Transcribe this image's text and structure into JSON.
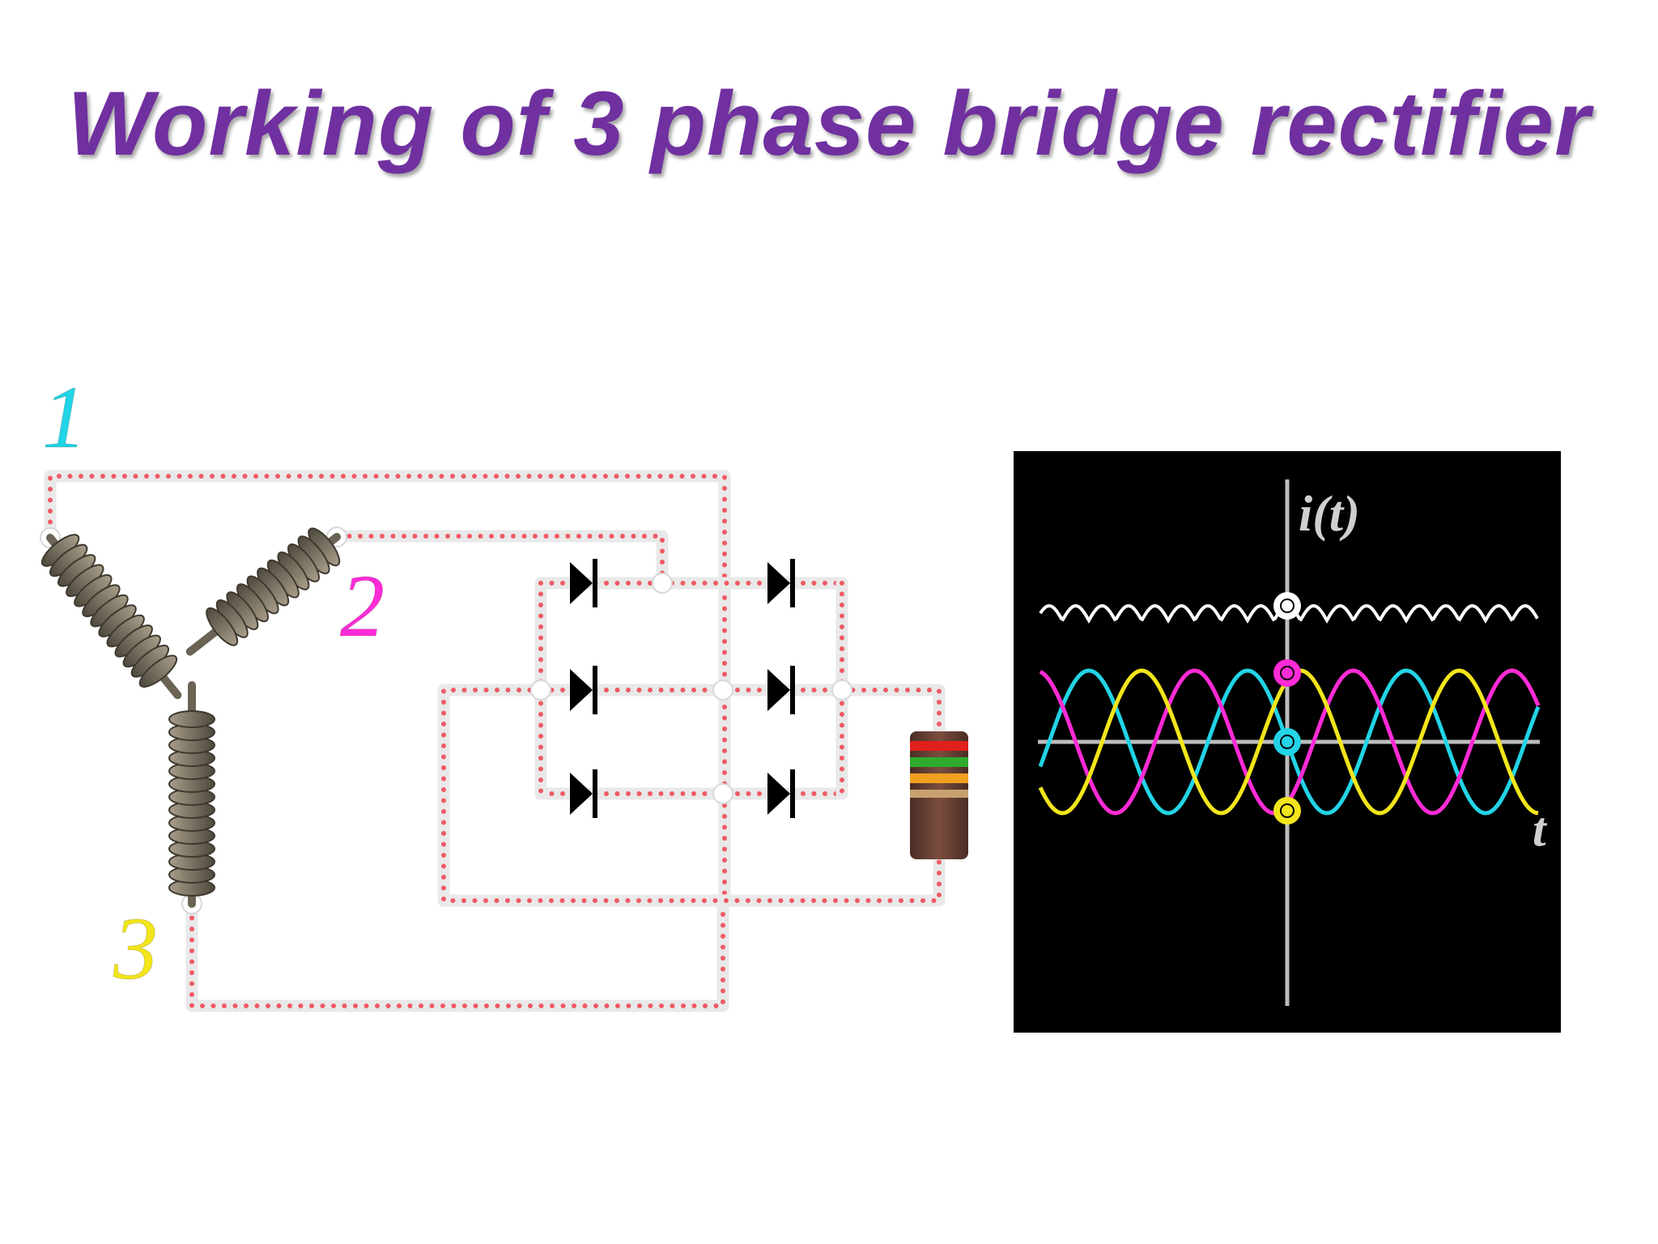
{
  "title": "Working of 3 phase bridge rectifier",
  "phase_labels": [
    {
      "text": "1",
      "color": "#22d4e6"
    },
    {
      "text": "2",
      "color": "#ff2bd6"
    },
    {
      "text": "3",
      "color": "#f2e51b"
    }
  ],
  "scope": {
    "y_label": "i(t)",
    "x_label": "t",
    "background": "#000000",
    "axis_color": "#bdbdbd",
    "output_color": "#ffffff",
    "phase_colors": [
      "#22d4e6",
      "#ff2bd6",
      "#f2e51b"
    ]
  },
  "colors": {
    "wire_dots": "#ef5a64",
    "coil": "#7d7565",
    "diode": "#000000"
  },
  "resistor_bands": [
    "#e0201b",
    "#2eaa2e",
    "#f0a020",
    "#c8a070"
  ]
}
